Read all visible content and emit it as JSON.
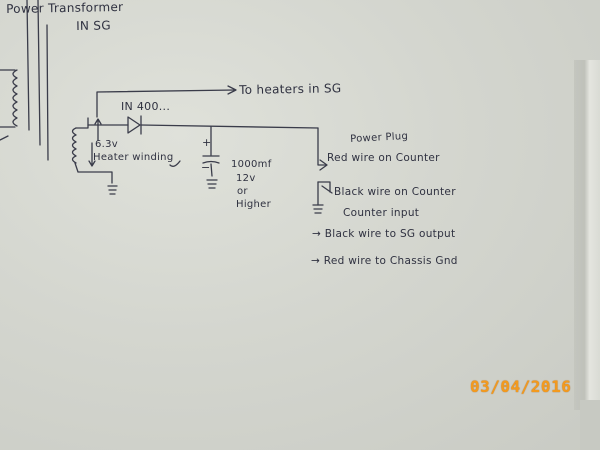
{
  "transformer": {
    "title_line1": "Power Transformer",
    "title_line2": "IN SG"
  },
  "diode": {
    "label": "IN 400..."
  },
  "heaters": {
    "label": "To heaters in SG"
  },
  "winding": {
    "voltage": "6.3v",
    "label": "Heater winding"
  },
  "capacitor": {
    "polarity": "+",
    "value": "1000mf",
    "voltage": "12v",
    "or_text": "or",
    "higher_text": "Higher"
  },
  "plug": {
    "title": "Power Plug",
    "red_wire": "Red wire on Counter",
    "black_wire": "Black wire on Counter",
    "counter_input": "Counter input"
  },
  "notes": [
    "→ Black wire to SG output",
    "→ Red wire to Chassis Gnd"
  ],
  "date_stamp": "03/04/2016",
  "colors": {
    "ink": "#2f3140",
    "stamp": "#f39a1e"
  }
}
